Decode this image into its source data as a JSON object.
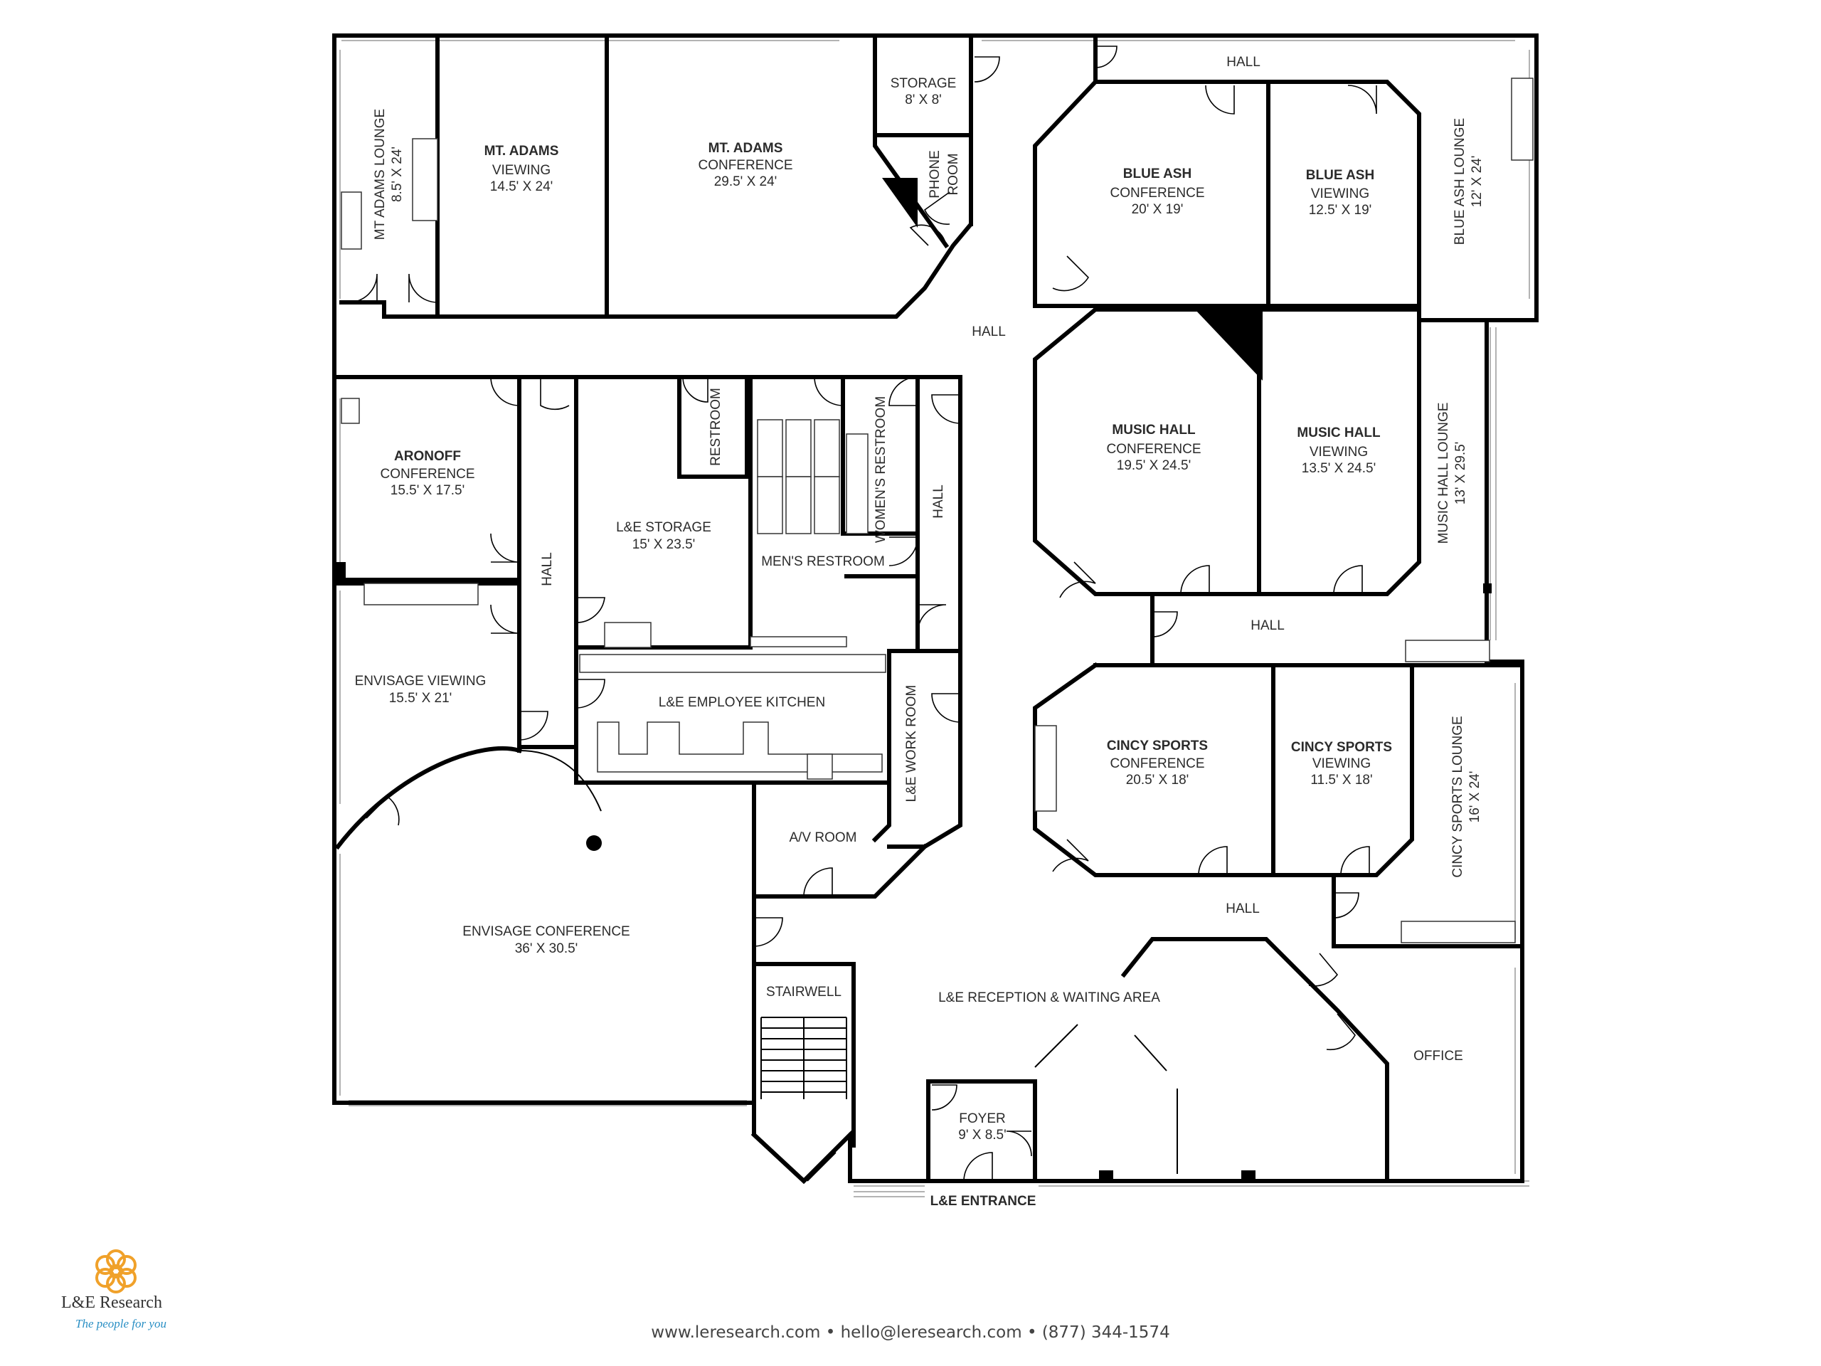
{
  "rooms": {
    "hall_top": "HALL",
    "mt_adams_lounge": [
      "MT ADAMS LOUNGE",
      "8.5' X 24'"
    ],
    "mt_adams_viewing": [
      "MT. ADAMS",
      "VIEWING",
      "14.5' X 24'"
    ],
    "mt_adams_conf": [
      "MT. ADAMS",
      "CONFERENCE",
      "29.5' X 24'"
    ],
    "storage": [
      "STORAGE",
      "8' X 8'"
    ],
    "phone_room": [
      "PHONE",
      "ROOM"
    ],
    "blue_ash_conf": [
      "BLUE ASH",
      "CONFERENCE",
      "20' X 19'"
    ],
    "blue_ash_view": [
      "BLUE ASH",
      "VIEWING",
      "12.5' X 19'"
    ],
    "blue_ash_lounge": [
      "BLUE ASH LOUNGE",
      "12' X 24'"
    ],
    "hall_mid": "HALL",
    "aronoff": [
      "ARONOFF",
      "CONFERENCE",
      "15.5' X 17.5'"
    ],
    "hall_vert_left": "HALL",
    "restroom": "RESTROOM",
    "womens": "WOMEN'S RESTROOM",
    "hall_vert_right": "HALL",
    "le_storage": [
      "L&E STORAGE",
      "15' X 23.5'"
    ],
    "mens": "MEN'S RESTROOM",
    "music_conf": [
      "MUSIC HALL",
      "CONFERENCE",
      "19.5' X 24.5'"
    ],
    "music_view": [
      "MUSIC HALL",
      "VIEWING",
      "13.5' X 24.5'"
    ],
    "music_lounge": [
      "MUSIC HALL LOUNGE",
      "13' X 29.5'"
    ],
    "envisage_view": [
      "ENVISAGE VIEWING",
      "15.5' X 21'"
    ],
    "kitchen": "L&E EMPLOYEE KITCHEN",
    "work_room": "L&E WORK ROOM",
    "hall_right": "HALL",
    "cincy_conf": [
      "CINCY SPORTS",
      "CONFERENCE",
      "20.5' X 18'"
    ],
    "cincy_view": [
      "CINCY SPORTS",
      "VIEWING",
      "11.5' X 18'"
    ],
    "cincy_lounge": [
      "CINCY SPORTS LOUNGE",
      "16' X 24'"
    ],
    "av_room": "A/V ROOM",
    "hall_lower": "HALL",
    "envisage_conf": [
      "ENVISAGE CONFERENCE",
      "36' X 30.5'"
    ],
    "stairwell": "STAIRWELL",
    "reception": "L&E RECEPTION & WAITING AREA",
    "office": "OFFICE",
    "foyer": [
      "FOYER",
      "9' X 8.5'"
    ],
    "entrance": "L&E ENTRANCE"
  },
  "logo": {
    "name": "L&E Research",
    "tagline": "The people for you",
    "icon": "flower-logo-icon",
    "color": "#f0a12a"
  },
  "footer": "www.leresearch.com • hello@leresearch.com • (877) 344-1574"
}
